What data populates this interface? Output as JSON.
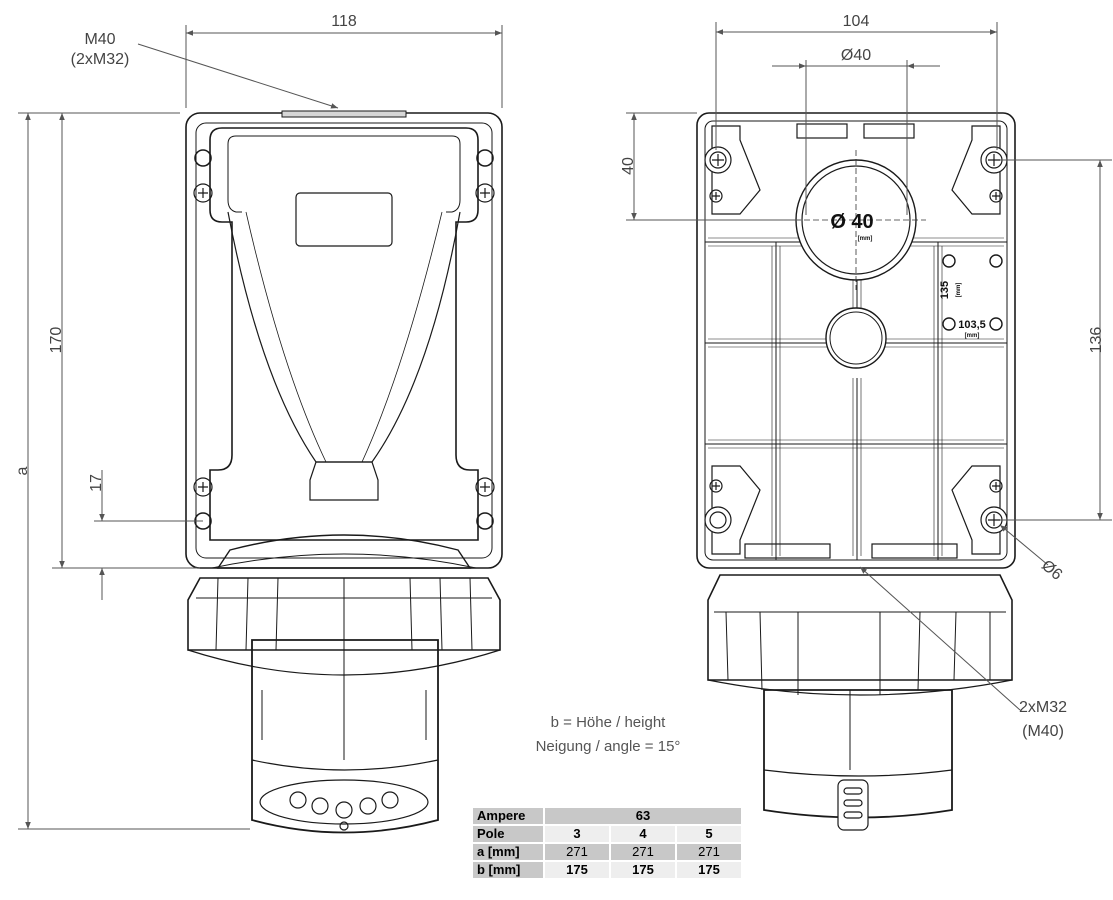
{
  "dimensions": {
    "left_width": "118",
    "left_height": "170",
    "left_total": "a",
    "left_offset": "17",
    "right_width": "104",
    "right_hole_spacing": "Ø40",
    "right_top_offset": "40",
    "right_height": "136",
    "right_screw": "Ø6"
  },
  "callouts": {
    "left_cable_entry_line1": "M40",
    "left_cable_entry_line2": "(2xM32)",
    "right_cable_entry_line1": "2xM32",
    "right_cable_entry_line2": "(M40)"
  },
  "back_plate_marks": {
    "center_hole": "Ø 40",
    "center_hole_unit": "[mm]",
    "mark_135": "135",
    "mark_135_unit": "[mm]",
    "mark_103": "103,5",
    "mark_103_unit": "[mm]"
  },
  "notes": {
    "line1": "b = Höhe / height",
    "line2": "Neigung / angle = 15°"
  },
  "table": {
    "ampere_label": "Ampere",
    "ampere_value": "63",
    "pole_label": "Pole",
    "poles": [
      "3",
      "4",
      "5"
    ],
    "a_label": "a [mm]",
    "a_values": [
      "271",
      "271",
      "271"
    ],
    "b_label": "b [mm]",
    "b_values": [
      "175",
      "175",
      "175"
    ]
  },
  "colors": {
    "line": "#1a1a1a",
    "dim_line": "#555555",
    "table_header_bg": "#c8c8c8",
    "table_light_bg": "#eeeeee"
  }
}
